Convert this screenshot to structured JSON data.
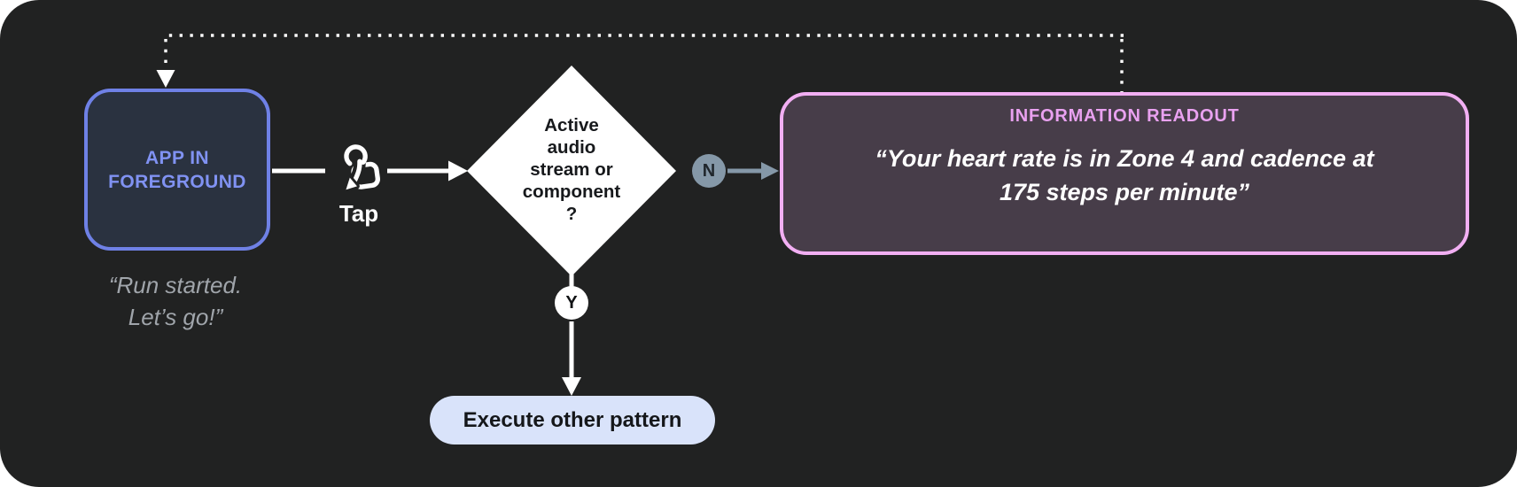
{
  "diagram_title": "voice-feedback-tap-flow",
  "nodes": {
    "app": {
      "label": "APP IN\nFOREGROUND",
      "caption": "“Run started.\nLet’s go!”"
    },
    "tap": {
      "label": "Tap",
      "icon": "tap-gesture-icon"
    },
    "decision": {
      "label": "Active\naudio\nstream or\ncomponent\n?"
    },
    "no_branch": {
      "badge": "N"
    },
    "yes_branch": {
      "badge": "Y"
    },
    "readout": {
      "title": "INFORMATION READOUT",
      "quote": "“Your heart rate is in Zone 4 and cadence at\n175 steps per minute”"
    },
    "execute": {
      "label": "Execute other pattern"
    }
  },
  "edges": [
    {
      "from": "app",
      "to": "tap",
      "style": "solid-white"
    },
    {
      "from": "tap",
      "to": "decision",
      "style": "solid-white-arrow"
    },
    {
      "from": "decision",
      "to": "readout",
      "label": "N",
      "style": "solid-gray-arrow"
    },
    {
      "from": "decision",
      "to": "execute",
      "label": "Y",
      "style": "solid-white-arrow"
    },
    {
      "from": "readout",
      "to": "app",
      "style": "dotted-white-arrow"
    }
  ],
  "palette": {
    "canvas_bg": "#212222",
    "app_fill": "#2a3240",
    "app_border": "#6f81e6",
    "app_text": "#8092f2",
    "caption_gray": "#a0a5ab",
    "decision_fill": "#ffffff",
    "badge_gray": "#8598a8",
    "readout_fill": "#473d49",
    "readout_border": "#f2aff3",
    "readout_title": "#e9a1f0",
    "pill_fill": "#d9e3fa"
  }
}
